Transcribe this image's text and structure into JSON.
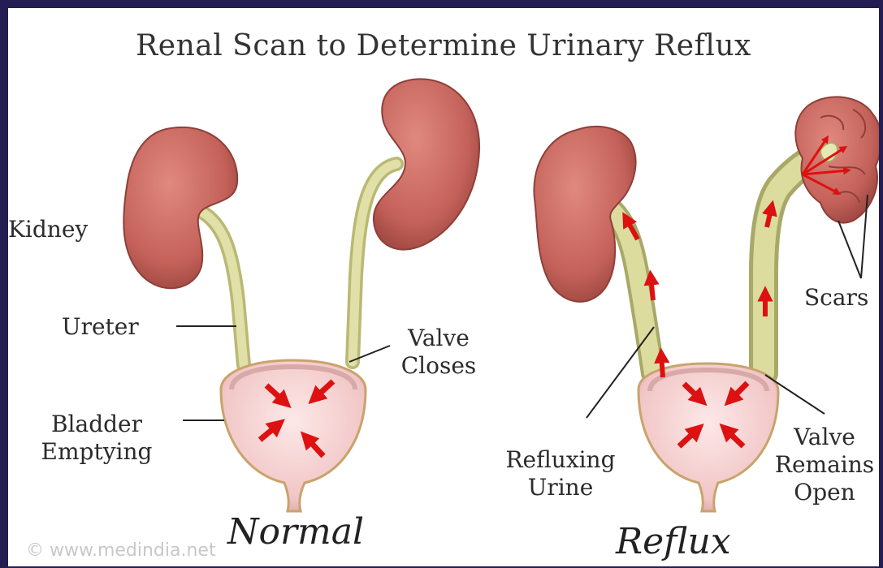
{
  "title": "Renal Scan to Determine Urinary Reflux",
  "panels": {
    "normal": {
      "caption": "Normal",
      "labels": {
        "kidney": "Kidney",
        "ureter": "Ureter",
        "valve_line1": "Valve",
        "valve_line2": "Closes",
        "bladder_line1": "Bladder",
        "bladder_line2": "Emptying"
      }
    },
    "reflux": {
      "caption": "Reflux",
      "labels": {
        "scars": "Scars",
        "refluxing_line1": "Refluxing",
        "refluxing_line2": "Urine",
        "valve_line1": "Valve",
        "valve_line2": "Remains",
        "valve_line3": "Open"
      }
    }
  },
  "watermark": "© www.medindia.net",
  "colors": {
    "kidney": "#c4625a",
    "ureter": "#d8d89a",
    "bladder": "#f2c9c9",
    "arrow": "#dd1111",
    "frame": "#231d52"
  }
}
